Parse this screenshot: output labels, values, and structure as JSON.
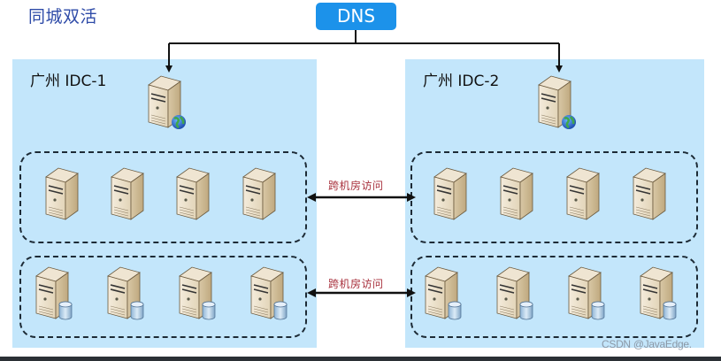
{
  "title": "同城双活",
  "dns": {
    "label": "DNS",
    "color": "#1c92ea"
  },
  "datacenters": [
    {
      "label": "广州 IDC-1",
      "gateway_server": {
        "icon": "web-server-icon"
      },
      "app_servers": {
        "count": 4,
        "icon": "server-icon"
      },
      "db_servers": {
        "count": 4,
        "icon": "database-server-icon"
      }
    },
    {
      "label": "广州 IDC-2",
      "gateway_server": {
        "icon": "web-server-icon"
      },
      "app_servers": {
        "count": 4,
        "icon": "server-icon"
      },
      "db_servers": {
        "count": 4,
        "icon": "database-server-icon"
      }
    }
  ],
  "links": [
    {
      "label": "跨机房访问",
      "between": "app-servers"
    },
    {
      "label": "跨机房访问",
      "between": "db-servers"
    }
  ],
  "colors": {
    "idc_background": "#c3e6fb",
    "title": "#2e4ba8",
    "cross_label": "#a8313d"
  },
  "watermark": "CSDN @JavaEdge."
}
